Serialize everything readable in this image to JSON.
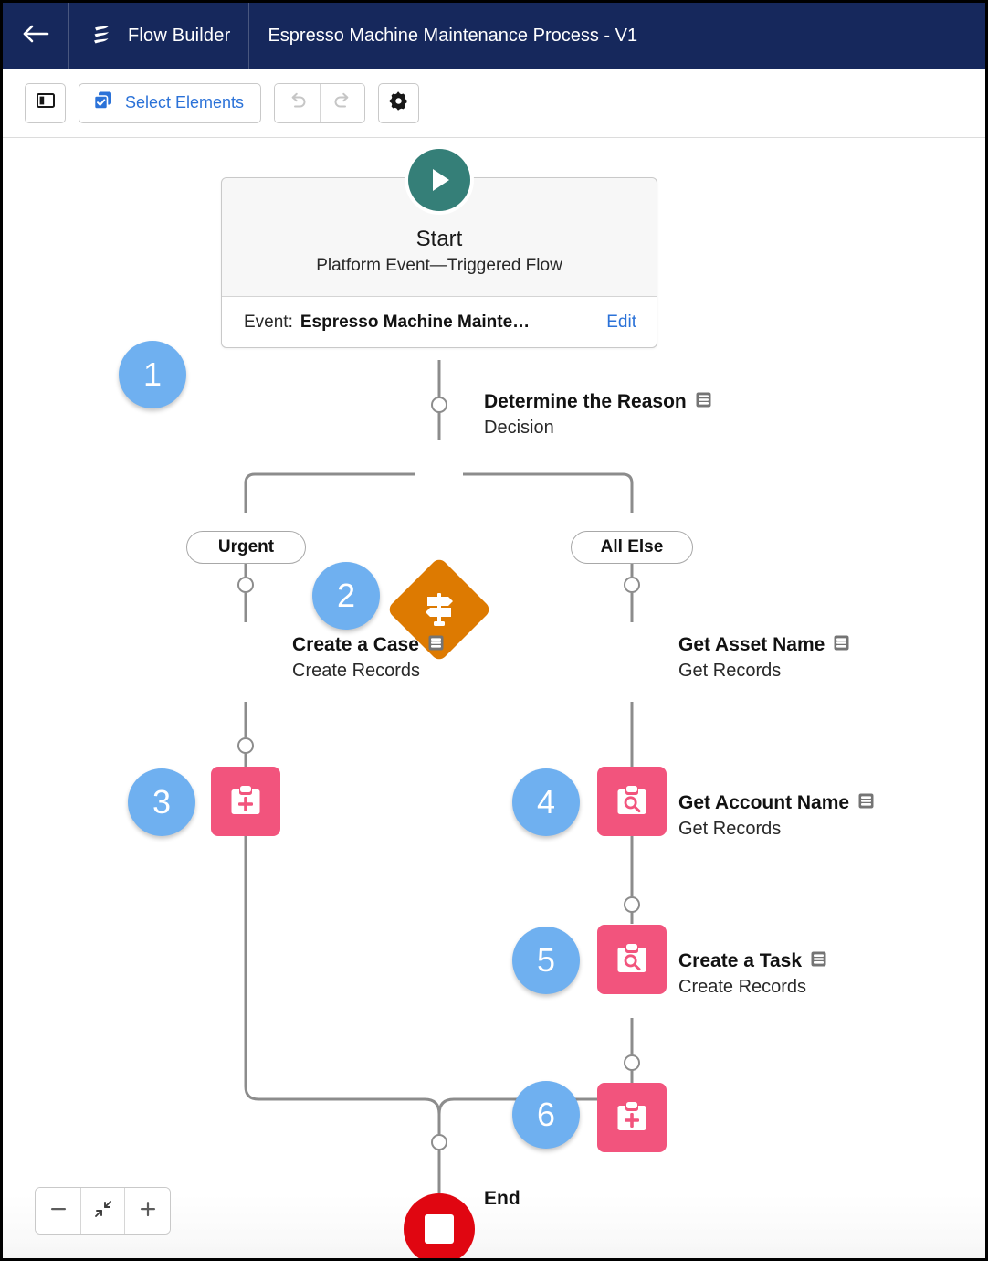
{
  "header": {
    "back_icon": "back-arrow-icon",
    "logo_icon": "flow-builder-logo-icon",
    "app_name": "Flow Builder",
    "flow_title": "Espresso Machine Maintenance Process - V1",
    "background_color": "#16285C"
  },
  "toolbar": {
    "panel_toggle_icon": "side-panel-toggle-icon",
    "select_elements_icon": "select-elements-icon",
    "select_elements_label": "Select Elements",
    "undo_icon": "undo-icon",
    "redo_icon": "redo-icon",
    "settings_icon": "gear-icon",
    "accent_color": "#2B72D8"
  },
  "canvas": {
    "start": {
      "play_icon": "play-icon",
      "title": "Start",
      "subtitle": "Platform Event—Triggered Flow",
      "event_label": "Event:",
      "event_value": "Espresso Machine Mainte…",
      "edit_label": "Edit",
      "badge": "1",
      "icon_color": "#357F78"
    },
    "decision": {
      "badge": "2",
      "icon": "signpost-decision-icon",
      "title": "Determine the Reason",
      "subtitle": "Decision",
      "description_icon": "description-rows-icon",
      "icon_color": "#DD7A01"
    },
    "branches": [
      {
        "label": "Urgent"
      },
      {
        "label": "All Else"
      }
    ],
    "elements": [
      {
        "badge": "3",
        "icon": "create-records-clipboard-plus-icon",
        "title": "Create a Case",
        "subtitle": "Create Records",
        "description_icon": "description-rows-icon",
        "icon_color": "#F2547D"
      },
      {
        "badge": "4",
        "icon": "get-records-clipboard-search-icon",
        "title": "Get Asset Name",
        "subtitle": "Get Records",
        "description_icon": "description-rows-icon",
        "icon_color": "#F2547D"
      },
      {
        "badge": "5",
        "icon": "get-records-clipboard-search-icon",
        "title": "Get Account Name",
        "subtitle": "Get Records",
        "description_icon": "description-rows-icon",
        "icon_color": "#F2547D"
      },
      {
        "badge": "6",
        "icon": "create-records-clipboard-plus-icon",
        "title": "Create a Task",
        "subtitle": "Create Records",
        "description_icon": "description-rows-icon",
        "icon_color": "#F2547D"
      }
    ],
    "end": {
      "label": "End",
      "icon": "stop-square-icon",
      "icon_color": "#E00611"
    },
    "zoom_controls": {
      "zoom_out_icon": "minus-icon",
      "zoom_fit_icon": "fit-to-screen-icon",
      "zoom_in_icon": "plus-icon"
    },
    "connector_color": "#8C8C8C",
    "badge_color": "#6FB0F0"
  }
}
